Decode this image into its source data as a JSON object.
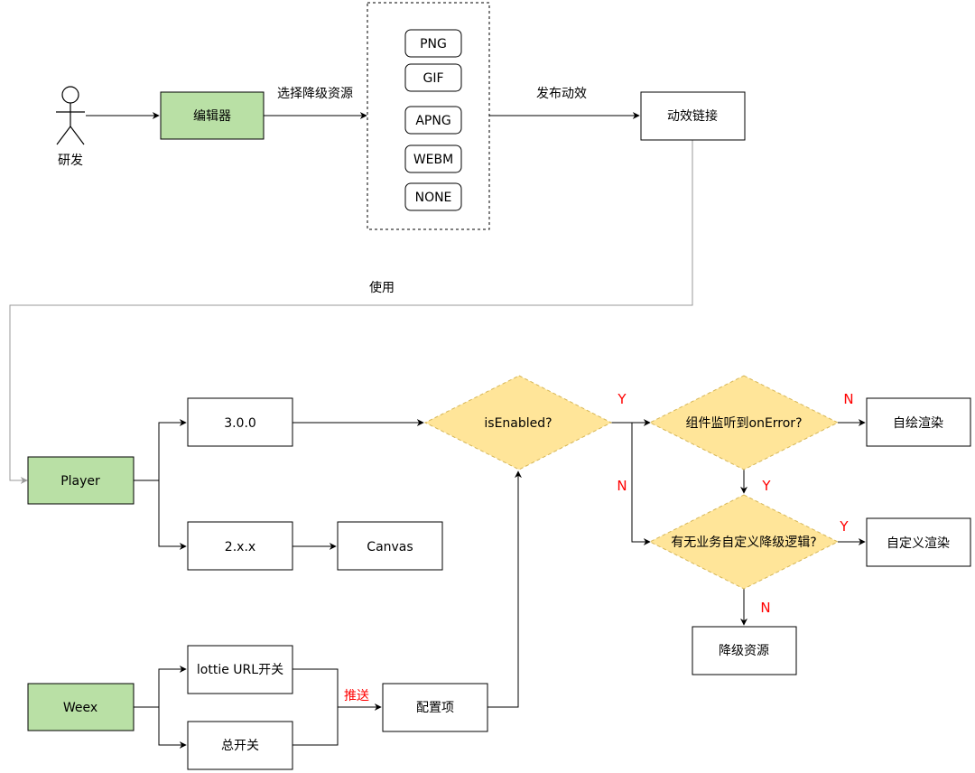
{
  "colors": {
    "green_fill": "#b9e0a5",
    "decision_fill": "#ffe599",
    "decision_stroke": "#d6b656",
    "stroke": "#000000",
    "gray_line": "#999999",
    "red": "#ff0000"
  },
  "actor": {
    "label": "研发"
  },
  "nodes": {
    "editor": "编辑器",
    "link": "动效链接",
    "player": "Player",
    "weex": "Weex",
    "v300": "3.0.0",
    "v2xx": "2.x.x",
    "canvas": "Canvas",
    "lottie_switch": "lottie URL开关",
    "master_switch": "总开关",
    "config": "配置项",
    "self_render": "自绘渲染",
    "custom_render": "自定义渲染",
    "fallback": "降级资源"
  },
  "formats": [
    "PNG",
    "GIF",
    "APNG",
    "WEBM",
    "NONE"
  ],
  "decisions": {
    "is_enabled": "isEnabled?",
    "on_error": "组件监听到onError?",
    "custom_logic": "有无业务自定义降级逻辑?"
  },
  "edge_labels": {
    "select_fallback": "选择降级资源",
    "publish": "发布动效",
    "use": "使用",
    "push": "推送",
    "enabled_yes": "Y",
    "enabled_no": "N",
    "onerror_no": "N",
    "onerror_yes": "Y",
    "custom_yes": "Y",
    "custom_no": "N"
  }
}
